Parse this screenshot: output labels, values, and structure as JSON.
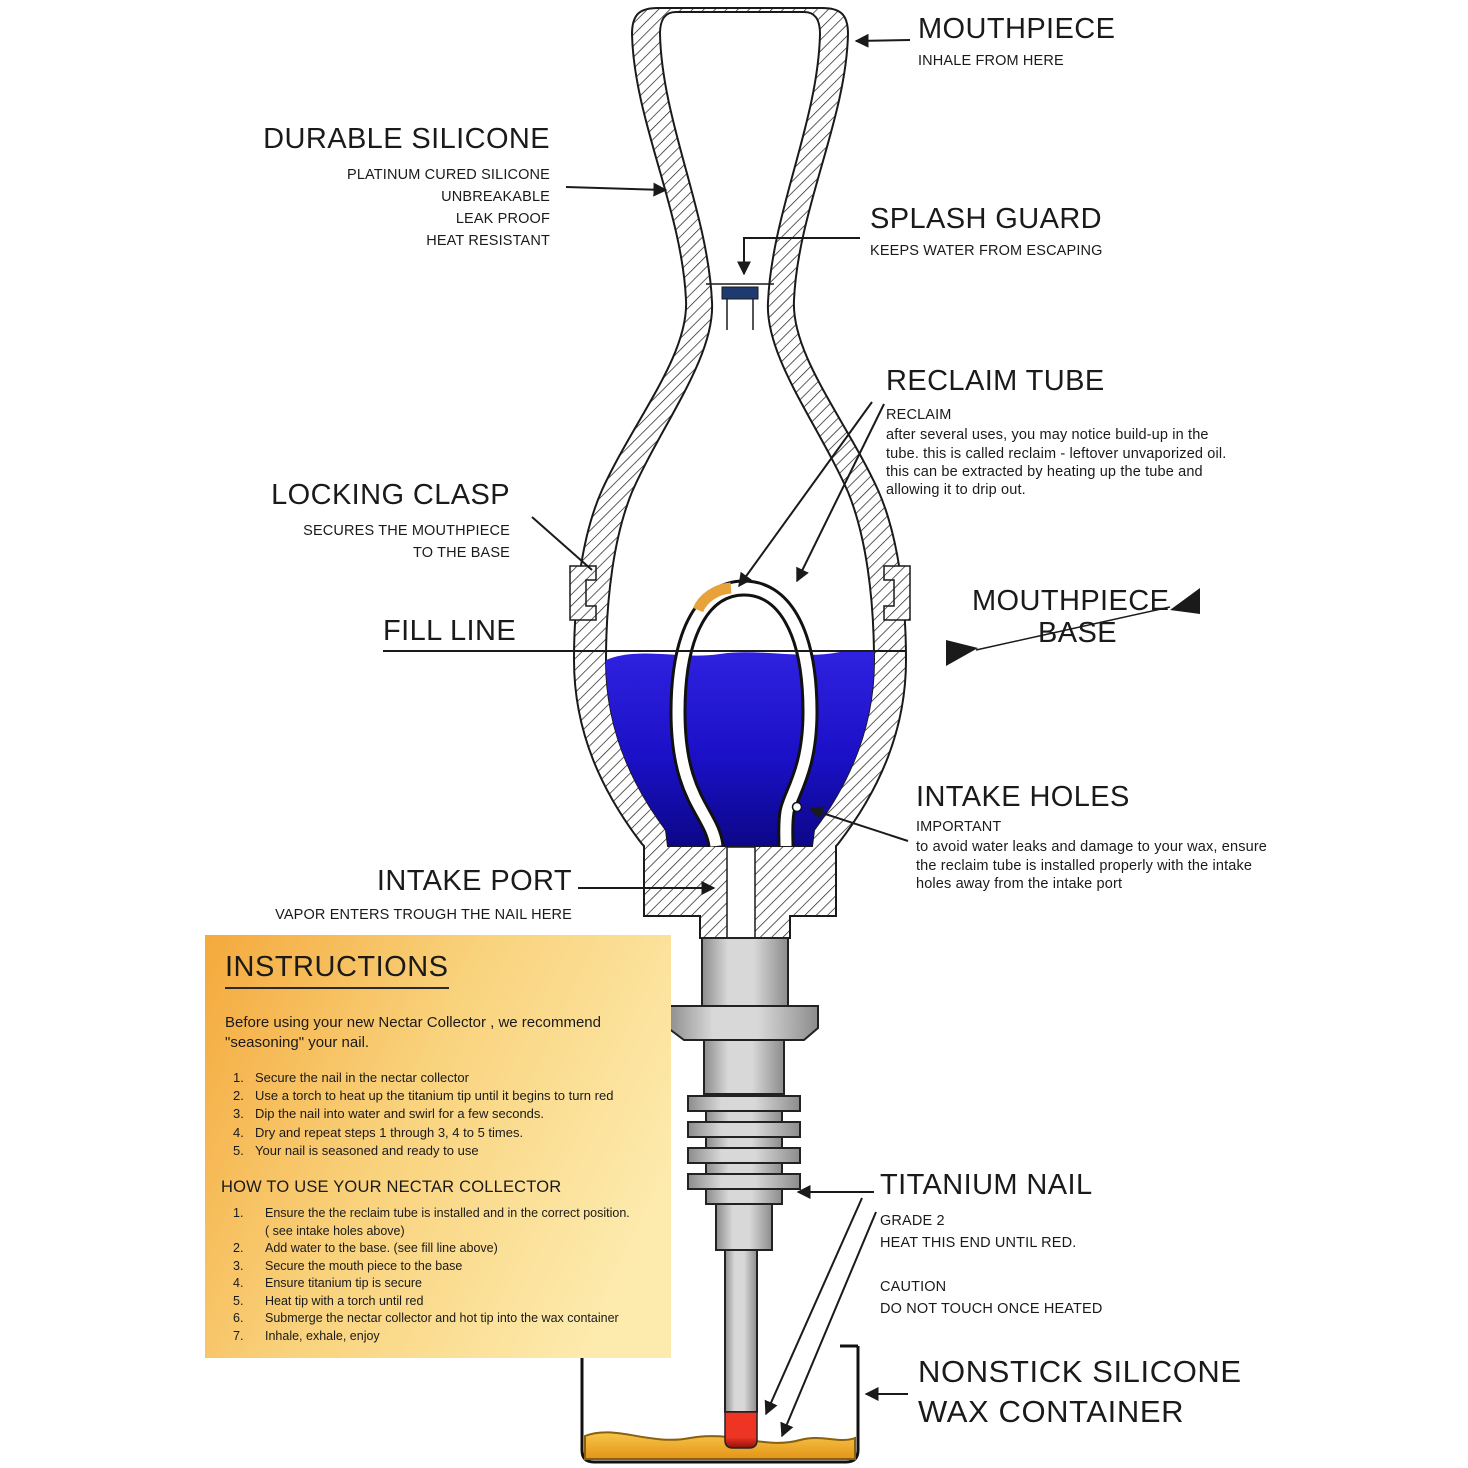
{
  "colors": {
    "ink": "#1a1a1a",
    "water_bright": "#2f22e0",
    "water_mid": "#1b10c6",
    "water_deep": "#0c0788",
    "splash_guard": "#1e3a6e",
    "reclaim_oil": "#e8a23a",
    "metal_light": "#d8d8d8",
    "metal_dark": "#8c8c8c",
    "tip_red": "#ee3524",
    "tip_red_dark": "#8f100c",
    "wax_light": "#f6c649",
    "wax_dark": "#e49418",
    "wax_outline": "#8a5f10",
    "instructions_from": "#f4a93c",
    "instructions_mid": "#f9d27c",
    "instructions_to": "#fdebae"
  },
  "labels": {
    "mouthpiece": {
      "title": "MOUTHPIECE",
      "sub": "INHALE FROM HERE"
    },
    "durable_silicone": {
      "title": "DURABLE SILICONE",
      "lines": [
        "PLATINUM CURED SILICONE",
        "UNBREAKABLE",
        "LEAK PROOF",
        "HEAT RESISTANT"
      ]
    },
    "splash_guard": {
      "title": "SPLASH GUARD",
      "sub": "KEEPS WATER FROM ESCAPING"
    },
    "reclaim_tube": {
      "title": "RECLAIM TUBE",
      "subtitle": "RECLAIM",
      "body": "after several uses, you may notice build-up in the tube. this is called reclaim - leftover unvaporized oil. this can be extracted by heating up the tube and allowing it to drip out."
    },
    "locking_clasp": {
      "title": "LOCKING CLASP",
      "lines": [
        "SECURES THE MOUTHPIECE",
        "TO THE BASE"
      ]
    },
    "fill_line": {
      "title": "FILL LINE"
    },
    "section_marker": {
      "top": "MOUTHPIECE",
      "bottom": "BASE"
    },
    "intake_holes": {
      "title": "INTAKE HOLES",
      "subtitle": "IMPORTANT",
      "body": "to avoid water leaks and damage to your wax, ensure the reclaim tube is installed properly with the intake holes away from the intake port"
    },
    "intake_port": {
      "title": "INTAKE PORT",
      "sub": "VAPOR ENTERS TROUGH THE NAIL HERE"
    },
    "titanium_nail": {
      "title": "TITANIUM NAIL",
      "grade": "GRADE 2",
      "heat": "HEAT THIS END UNTIL RED.",
      "caution_title": "CAUTION",
      "caution_body": "DO NOT TOUCH ONCE HEATED"
    },
    "wax_container": {
      "line1": "NONSTICK SILICONE",
      "line2": "WAX CONTAINER"
    }
  },
  "instructions": {
    "title": "INSTRUCTIONS",
    "intro": "Before using your new Nectar Collector , we recommend \"seasoning\" your nail.",
    "seasoning_steps": [
      "Secure the nail in the nectar collector",
      "Use a torch to heat up the titanium tip until it begins to turn red",
      "Dip the nail into water and swirl for a few seconds.",
      "Dry and repeat steps 1 through 3, 4 to 5 times.",
      "Your nail is seasoned and ready to use"
    ],
    "usage_title": "HOW TO USE YOUR NECTAR COLLECTOR",
    "usage_steps": [
      "Ensure the the reclaim tube is installed and in the correct position.\n( see intake holes above)",
      "Add water to the base. (see fill line above)",
      "Secure the mouth piece to the base",
      "Ensure titanium tip is secure",
      "Heat tip with a torch until red",
      "Submerge the nectar collector and hot tip into the wax container",
      "Inhale, exhale, enjoy"
    ]
  }
}
